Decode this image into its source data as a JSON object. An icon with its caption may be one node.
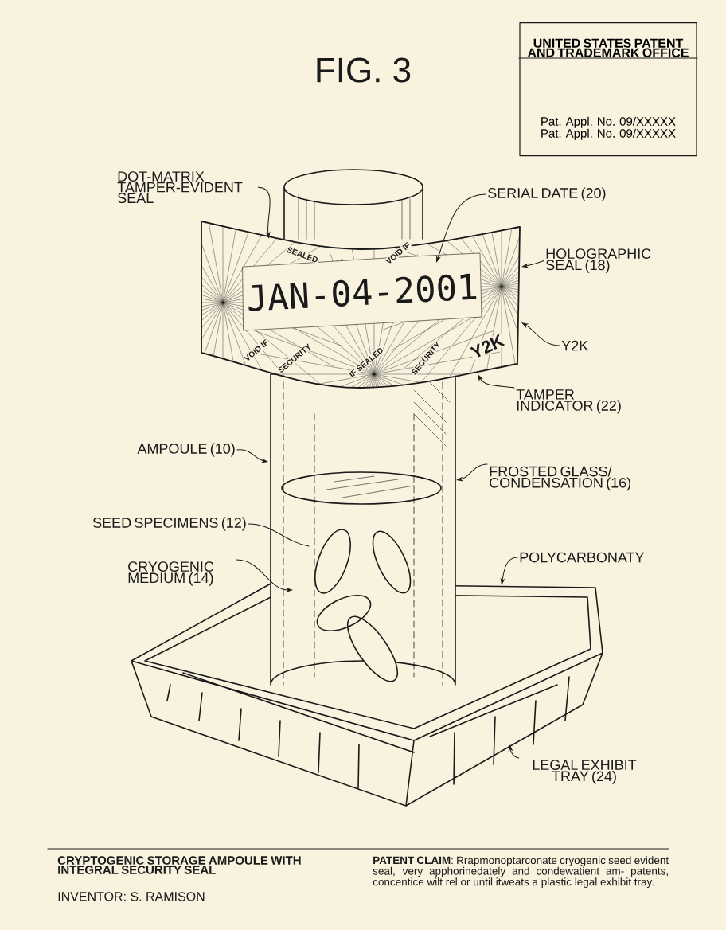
{
  "diagram": {
    "title": "FIG. 3",
    "nodes": [
      {
        "text": [
          "DOT-MATRIX TAMPER-EVIDENT SEAL"
        ]
      },
      {
        "text": [
          "SERIAL DATE (20)"
        ]
      },
      {
        "text": [
          "HOLOGRAPHIC SEAL (18)"
        ]
      },
      {
        "text": [
          "Y2K"
        ]
      },
      {
        "text": [
          "TAMPER INDICATOR (22)"
        ]
      },
      {
        "text": [
          "AMPOULE (10)"
        ]
      },
      {
        "text": [
          "FROSTED GLASS/ CONDENSATION (16)"
        ]
      },
      {
        "text": [
          "SEED SPECIMENS (12)"
        ]
      },
      {
        "text": [
          "CRYOGENIC MEDIUM (14)"
        ]
      },
      {
        "text": [
          "POLYCARBONATY"
        ]
      },
      {
        "text": [
          "LEGAL EXHIBIT TRAY (24)"
        ]
      },
      {
        "text": [
          "UNITED STATES PATENT AND TRADEMARK OFFICE",
          "Pat. Appl. No. 09/XXXXX",
          "Pat. Appl. No. 09/XXXXX"
        ]
      },
      {
        "text": [],
        "shape": "picture"
      },
      {
        "text": [],
        "shape": "picture"
      },
      {
        "text": [],
        "shape": "picture"
      }
    ],
    "edges": [
      {
        "from": 0,
        "to": 12,
        "arrow": "to"
      },
      {
        "from": 1,
        "to": 12,
        "arrow": "to"
      },
      {
        "from": 2,
        "to": 12,
        "arrow": "to"
      },
      {
        "from": 3,
        "to": 12,
        "arrow": "to"
      },
      {
        "from": 4,
        "to": 12,
        "arrow": "to"
      },
      {
        "from": 5,
        "to": 13,
        "arrow": "to"
      },
      {
        "from": 6,
        "to": 13,
        "arrow": "to"
      },
      {
        "from": 7,
        "to": 13,
        "arrow": "none"
      },
      {
        "from": 8,
        "to": 13,
        "arrow": "to"
      },
      {
        "from": 9,
        "to": 14,
        "arrow": "to"
      },
      {
        "from": 10,
        "to": 14,
        "arrow": "to"
      }
    ],
    "labels": [
      "JAN-04-2001",
      "Y2K",
      "SEALED",
      "VOID IF",
      "VOID IF",
      "SECURITY",
      "IF SEALED",
      "SECURITY",
      "CRYPTOGENIC STORAGE AMPOULE WITH INTEGRAL SECURITY SEAL",
      "INVENTOR: S. RAMISON",
      "**PATENT CLAIM**: Rrapmonoptarconate cryogenic seed evident seal, very apphorinedately and condewatient am- patents, concentice wilt rel or until itweats a plastic legal exhibit tray."
    ]
  }
}
